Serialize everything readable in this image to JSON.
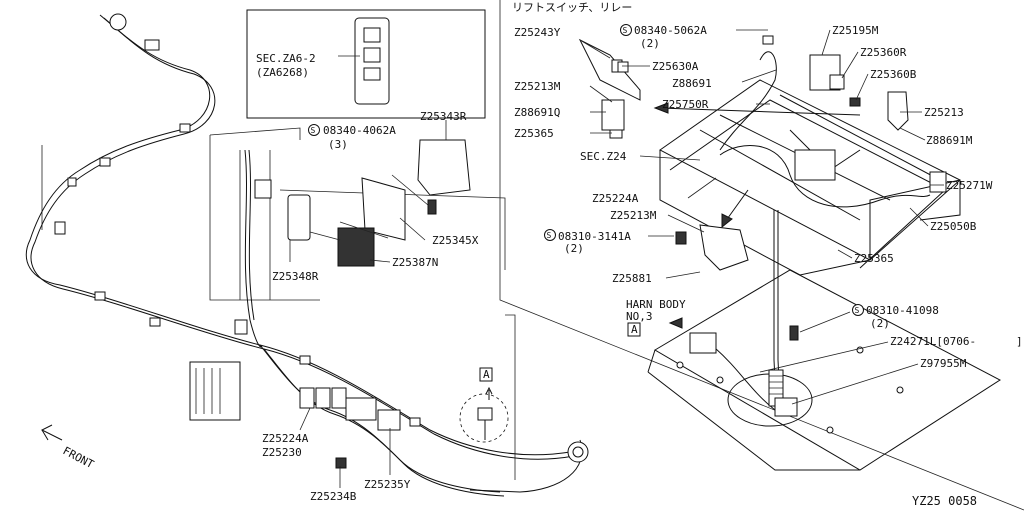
{
  "callouts": {
    "sec_za6_2": "SEC.ZA6-2",
    "za6268": "(ZA6268)",
    "s_08340_4062a": "08340-4062A",
    "qty_3": "(3)",
    "z25343r": "Z25343R",
    "z25345x": "Z25345X",
    "z25387n": "Z25387N",
    "z25348r": "Z25348R",
    "z25224a_left": "Z25224A",
    "z25230": "Z25230",
    "z25235y": "Z25235Y",
    "z25234b": "Z25234B",
    "front": "FRONT",
    "title_jp": "リフトスイッチ、リレー",
    "z25243y": "Z25243Y",
    "s_08340_5062a": "08340-5062A",
    "qty_2a": "(2)",
    "z25195m": "Z25195M",
    "z25630a": "Z25630A",
    "z25360r": "Z25360R",
    "z25213m_top": "Z25213M",
    "z88691": "Z88691",
    "z25360b": "Z25360B",
    "z88691q": "Z88691Q",
    "z25750r": "Z25750R",
    "z25213": "Z25213",
    "z25365_top": "Z25365",
    "z88691m": "Z88691M",
    "sec_z24": "SEC.Z24",
    "z25271w": "Z25271W",
    "z25224a_right": "Z25224A",
    "z25050b": "Z25050B",
    "z25213m_mid": "Z25213M",
    "s_08310_3141a": "08310-3141A",
    "qty_2b": "(2)",
    "z25365_mid": "Z25365",
    "z25881": "Z25881",
    "harn_body": "HARN BODY",
    "no_3": "NO,3",
    "ref_a_right": "A",
    "s_08310_41098": "08310-41098",
    "qty_2c": "(2)",
    "z24271l": "Z24271L[0706-",
    "close_bracket": "]",
    "z97955m": "Z97955M",
    "ref_a_left": "A",
    "s_mark": "S",
    "diagram_code": "YZ25 0058"
  }
}
